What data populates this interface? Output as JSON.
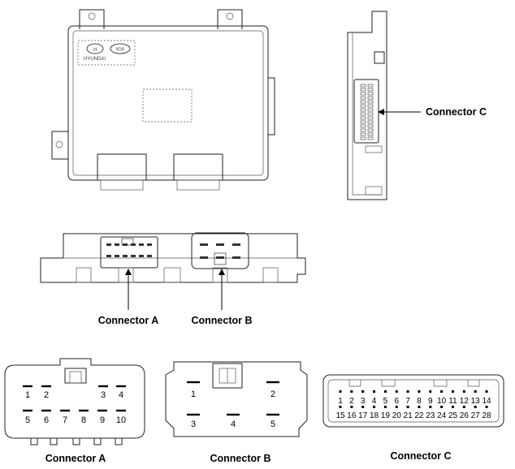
{
  "labels": {
    "callout_c": "Connector C",
    "callout_a": "Connector A",
    "callout_b": "Connector B",
    "caption_a": "Connector A",
    "caption_b": "Connector B",
    "caption_c": "Connector C"
  },
  "module_logo": {
    "brand_text": "HYUNDAI",
    "icons": [
      "hyundai-logo-icon",
      "kia-logo-icon"
    ]
  },
  "connector_a": {
    "pins_top": [
      "1",
      "2",
      "3",
      "4"
    ],
    "pins_bottom": [
      "5",
      "6",
      "7",
      "8",
      "9",
      "10"
    ]
  },
  "connector_b": {
    "pins_top": [
      "1",
      "2"
    ],
    "pins_bottom": [
      "3",
      "4",
      "5"
    ]
  },
  "connector_c": {
    "pins_top": [
      "1",
      "2",
      "3",
      "4",
      "5",
      "6",
      "7",
      "8",
      "9",
      "10",
      "11",
      "12",
      "13",
      "14"
    ],
    "pins_bottom": [
      "15",
      "16",
      "17",
      "18",
      "19",
      "20",
      "21",
      "22",
      "23",
      "24",
      "25",
      "26",
      "27",
      "28"
    ]
  }
}
